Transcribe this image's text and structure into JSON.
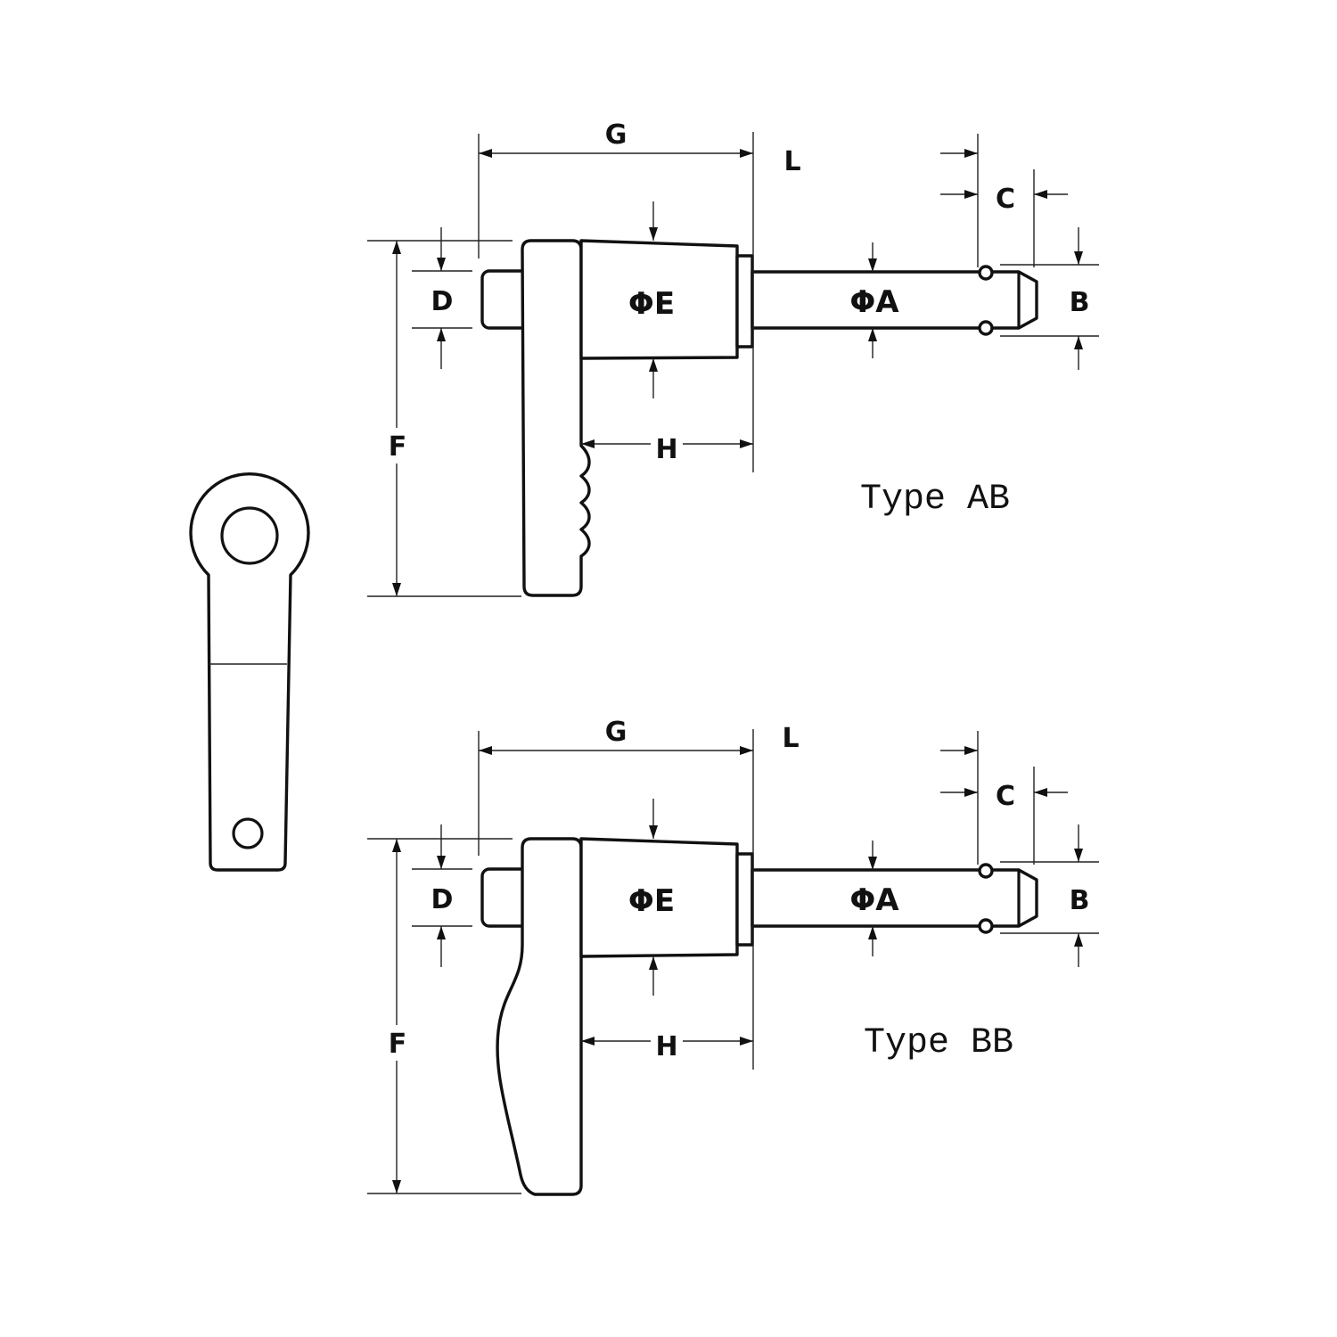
{
  "labels": {
    "G": "G",
    "L": "L",
    "C": "C",
    "D": "D",
    "E": "ΦE",
    "A": "ΦA",
    "B": "B",
    "F": "F",
    "H": "H"
  },
  "figures": [
    {
      "title": "Type AB"
    },
    {
      "title": "Type BB"
    }
  ]
}
